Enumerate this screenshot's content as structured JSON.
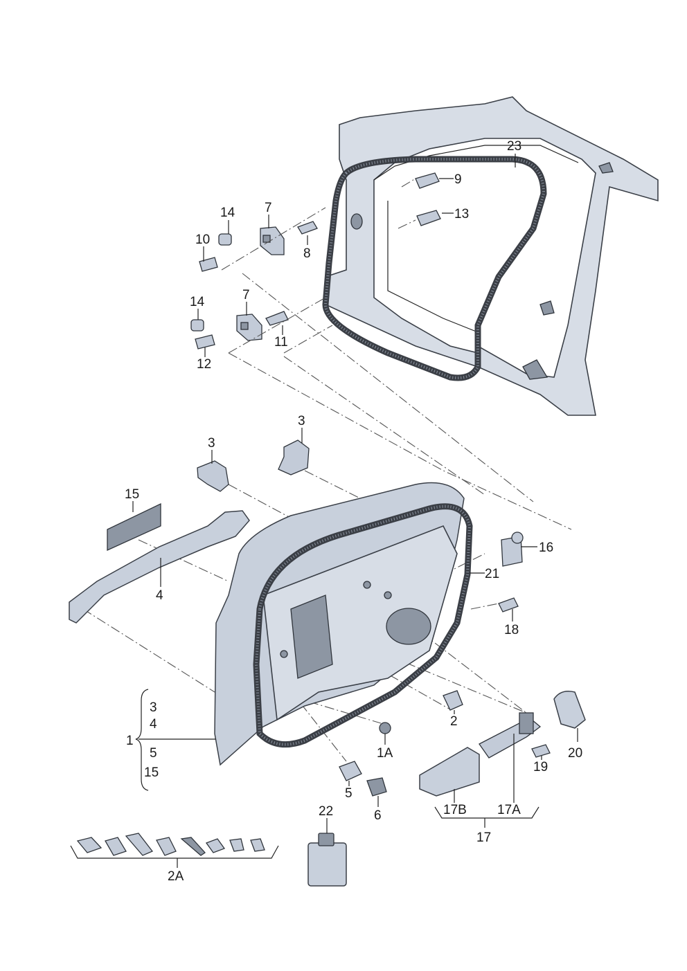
{
  "diagram": {
    "labels": {
      "p23": "23",
      "p9": "9",
      "p13": "13",
      "p14a": "14",
      "p7a": "7",
      "p10": "10",
      "p8": "8",
      "p14b": "14",
      "p7b": "7",
      "p11": "11",
      "p12": "12",
      "p3a": "3",
      "p3b": "3",
      "p15": "15",
      "p16": "16",
      "p4": "4",
      "p21": "21",
      "p18": "18",
      "p1": "1",
      "p1_3": "3",
      "p1_4": "4",
      "p1_5": "5",
      "p1_15": "15",
      "p2": "2",
      "p1A": "1A",
      "p20": "20",
      "p19": "19",
      "p5": "5",
      "p6": "6",
      "p17B": "17B",
      "p17A": "17A",
      "p17": "17",
      "p22": "22",
      "p2A": "2A"
    }
  }
}
